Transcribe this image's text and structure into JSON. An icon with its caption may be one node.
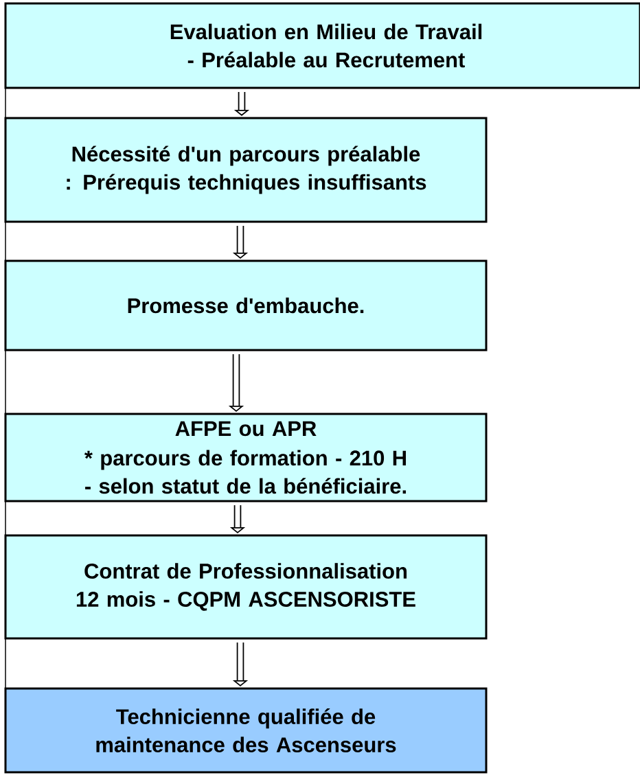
{
  "diagram": {
    "nodes": [
      {
        "text": [
          "Evaluation en Milieu de Travail - Préalable au Recrutement"
        ]
      },
      {
        "text": [
          "Nécessité d'un parcours préalable : Prérequis techniques insuffisants"
        ]
      },
      {
        "text": [
          "Promesse d'embauche."
        ]
      },
      {
        "text": [
          "AFPE ou APR",
          "* parcours de formation - 210 H - selon statut de la bénéficiaire."
        ]
      },
      {
        "text": [
          "Contrat de Professionnalisation 12 mois - CQPM ASCENSORISTE"
        ]
      },
      {
        "text": [
          "Technicienne qualifiée de maintenance des Ascenseurs"
        ]
      }
    ],
    "edges": [
      {
        "from": 0,
        "to": 1,
        "arrow": "to"
      },
      {
        "from": 1,
        "to": 2,
        "arrow": "to"
      },
      {
        "from": 2,
        "to": 3,
        "arrow": "to"
      },
      {
        "from": 3,
        "to": 4,
        "arrow": "to"
      },
      {
        "from": 4,
        "to": 5,
        "arrow": "to"
      }
    ]
  }
}
